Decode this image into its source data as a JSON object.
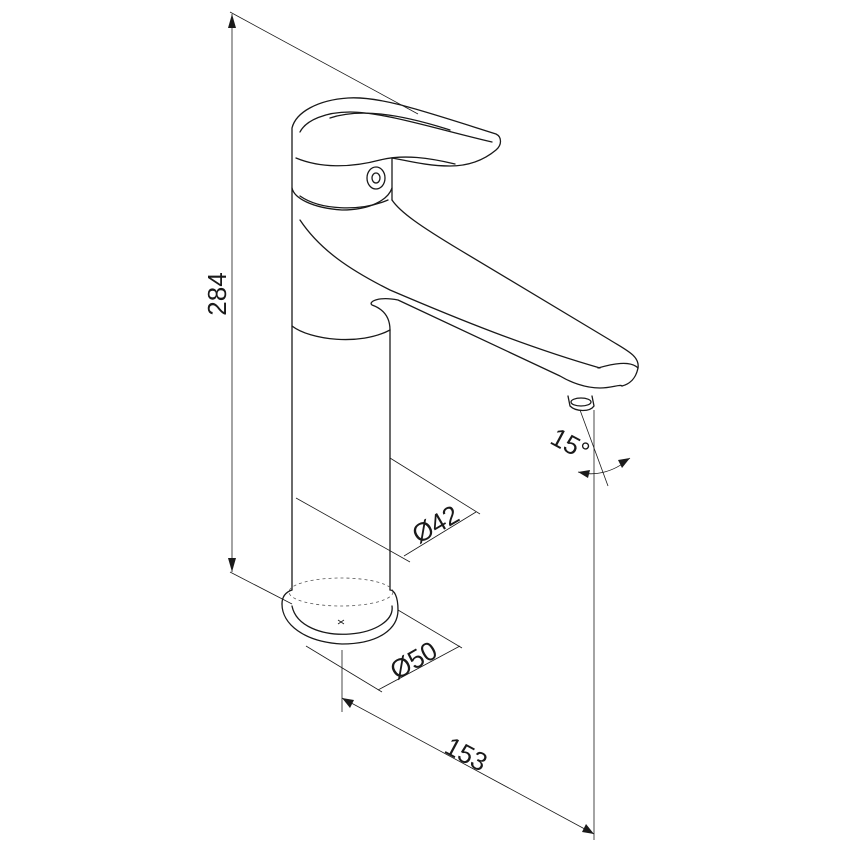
{
  "dimensions": {
    "height": "284",
    "body_diameter": "Ø42",
    "base_diameter": "Ø50",
    "spout_reach": "153",
    "spout_angle": "15°"
  }
}
